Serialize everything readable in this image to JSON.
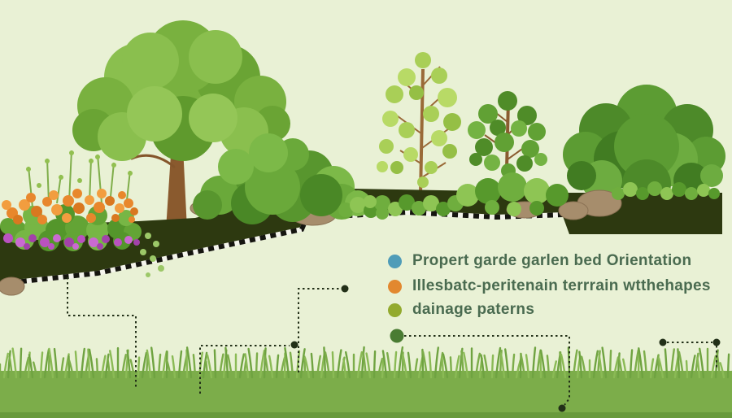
{
  "scene": {
    "background_color": "#e9f1d5",
    "berm_color": "#2d3910",
    "checker_black": "#15150f",
    "checker_white": "#f4f4ec",
    "grass_base_color": "#7cad4a",
    "grass_dark_edge_color": "#689a3c",
    "grass_blade_colors": [
      "#7cad4a",
      "#8aba55",
      "#6fa341"
    ],
    "annotation_color": "#223018",
    "rock_color": "#a68d6c",
    "trunk_color": "#8a5a2e"
  },
  "legend": {
    "text_color": "#4a6b50",
    "items": [
      {
        "id": "orientation",
        "dot_color": "#4f9cb8",
        "label": "Propert garde garlen bed Orientation"
      },
      {
        "id": "terrain",
        "dot_color": "#e2882f",
        "label": "Illesbatc-peritenain terrrain wtthehapes"
      },
      {
        "id": "drainage",
        "dot_color": "#93aa2e",
        "label": "dainage paterns"
      },
      {
        "id": "leader",
        "dot_color": "#4a7c33",
        "label": ""
      }
    ]
  }
}
